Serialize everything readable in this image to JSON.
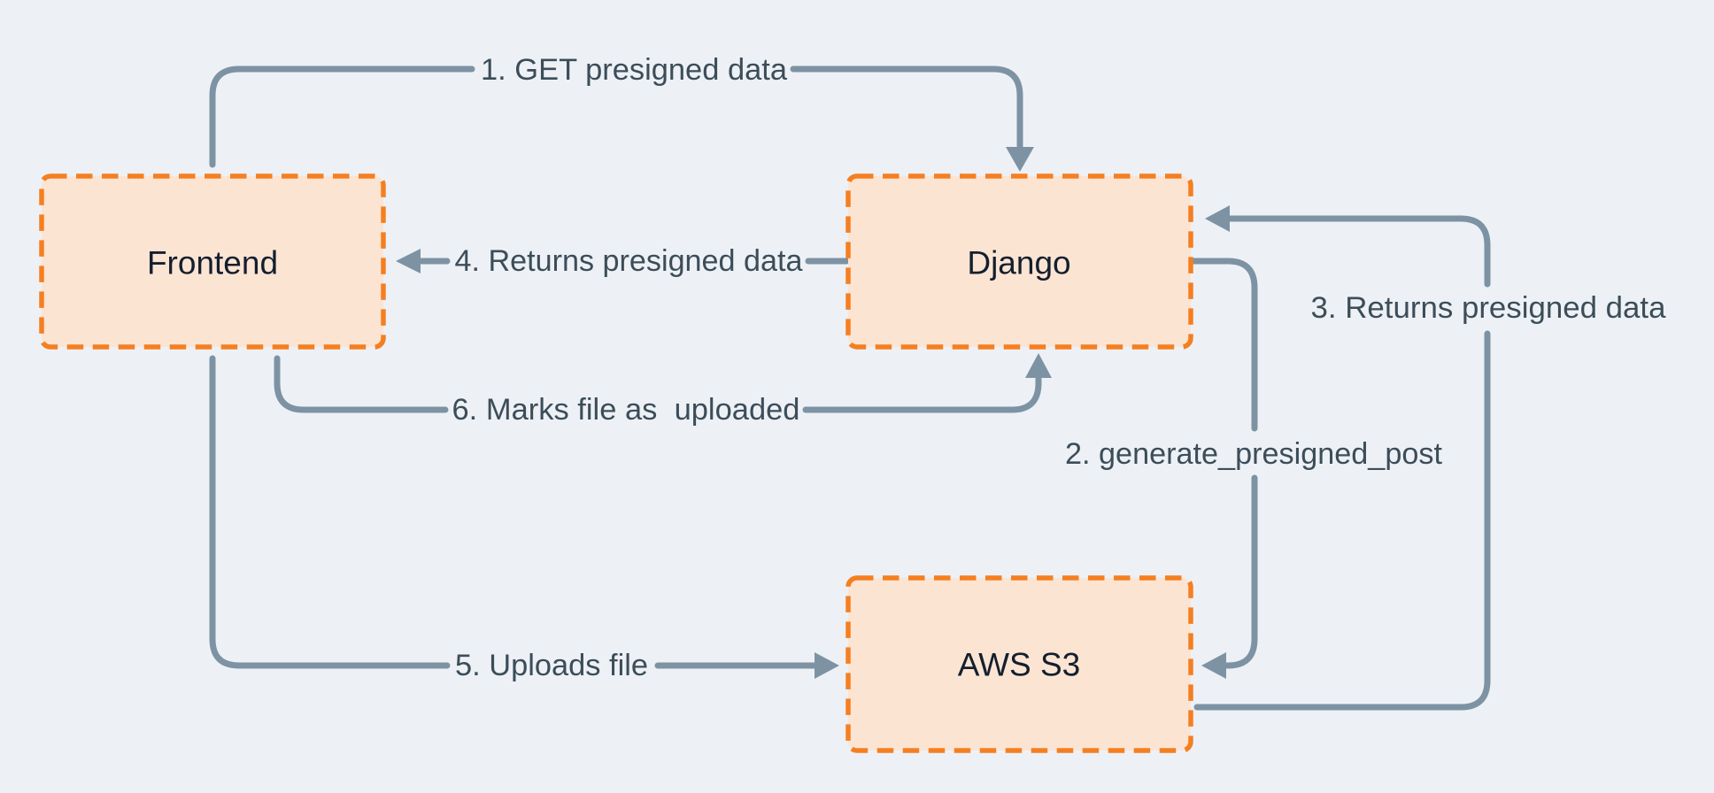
{
  "diagram": {
    "title": "Presigned upload flow: Frontend, Django, AWS S3",
    "colors": {
      "background": "#edf1f6",
      "node_fill": "#fce4d3",
      "node_border": "#f57f20",
      "arrow": "#7d93a4",
      "edge_label_text": "#3c4d59",
      "node_label_text": "#141f2e"
    },
    "nodes": [
      {
        "id": "frontend",
        "label": "Frontend"
      },
      {
        "id": "django",
        "label": "Django"
      },
      {
        "id": "aws-s3",
        "label": "AWS S3"
      }
    ],
    "edges": [
      {
        "step": "1",
        "label": "1. GET presigned data",
        "from": "Frontend",
        "to": "Django"
      },
      {
        "step": "2",
        "label": "2. generate_presigned_post",
        "from": "Django",
        "to": "AWS S3"
      },
      {
        "step": "3",
        "label": "3. Returns presigned data",
        "from": "AWS S3",
        "to": "Django"
      },
      {
        "step": "4",
        "label": "4. Returns presigned data",
        "from": "Django",
        "to": "Frontend"
      },
      {
        "step": "5",
        "label": "5. Uploads file",
        "from": "Frontend",
        "to": "AWS S3"
      },
      {
        "step": "6",
        "label": "6. Marks file as  uploaded",
        "from": "Frontend",
        "to": "Django"
      }
    ]
  }
}
